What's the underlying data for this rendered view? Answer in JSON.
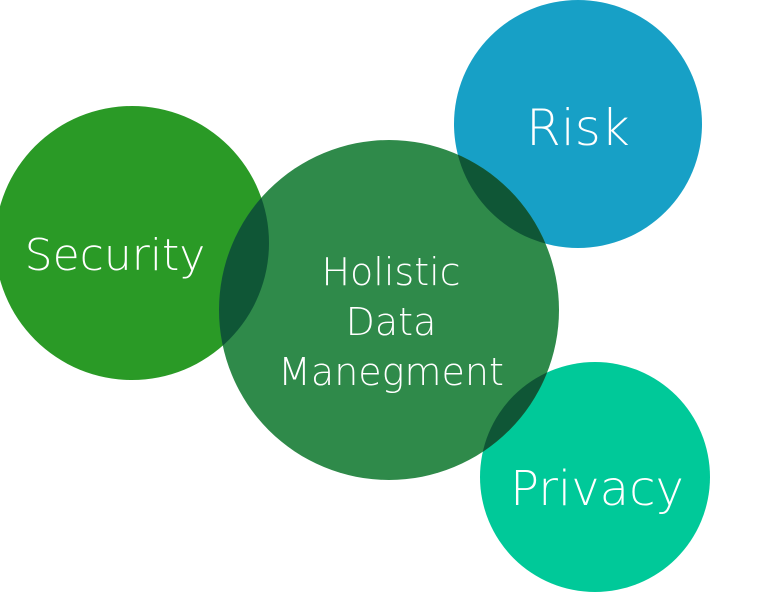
{
  "diagram": {
    "circles": [
      {
        "id": "security",
        "label_lines": [
          "Security"
        ],
        "color": "#2a9a26"
      },
      {
        "id": "risk",
        "label_lines": [
          "Risk"
        ],
        "color": "#17a0c6"
      },
      {
        "id": "privacy",
        "label_lines": [
          "Privacy"
        ],
        "color": "#00c999"
      },
      {
        "id": "holistic",
        "label_lines": [
          "Holistic",
          "Data",
          "Manegment"
        ],
        "color": "#2f8a4a"
      }
    ],
    "overlap_color": "#0f5636"
  }
}
